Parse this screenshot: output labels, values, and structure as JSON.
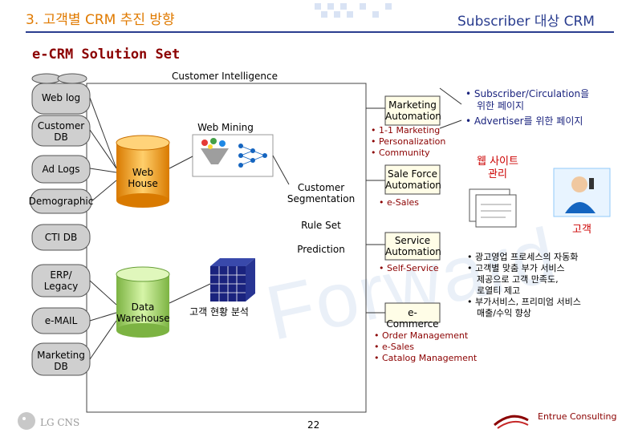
{
  "header": {
    "left_title": "3. 고객별 CRM 추진 방향",
    "right_title": "Subscriber 대상 CRM"
  },
  "title": "e-CRM Solution Set",
  "customer_intelligence": "Customer Intelligence",
  "sources": {
    "web_log": "Web log",
    "customer_db_1": "Customer",
    "customer_db_2": "DB",
    "ad_logs": "Ad Logs",
    "demographic": "Demographic",
    "cti_db": "CTI DB",
    "erp_1": "ERP/",
    "erp_2": "Legacy",
    "email": "e-MAIL",
    "marketing_db_1": "Marketing",
    "marketing_db_2": "DB"
  },
  "web_mining": "Web Mining",
  "web_house_1": "Web",
  "web_house_2": "House",
  "data_warehouse_1": "Data",
  "data_warehouse_2": "Warehouse",
  "analysis": "고객 현황 분석",
  "customer_segmentation_1": "Customer",
  "customer_segmentation_2": "Segmentation",
  "rule_set": "Rule Set",
  "prediction": "Prediction",
  "marketing_automation_1": "Marketing",
  "marketing_automation_2": "Automation",
  "marketing_bullets": [
    "• 1-1 Marketing",
    "• Personalization",
    "• Community"
  ],
  "sales_force_1": "Sale Force",
  "sales_force_2": "Automation",
  "sales_bullet": "• e-Sales",
  "service_1": "Service",
  "service_2": "Automation",
  "service_bullet": "• Self-Service",
  "ecommerce": "e-Commerce",
  "ecommerce_bullets": [
    "• Order Management",
    "• e-Sales",
    "• Catalog Management"
  ],
  "right_top_bullets": [
    "• Subscriber/Circulation을",
    "위한 페이지",
    "• Advertiser를 위한 페이지"
  ],
  "website_mgmt_1": "웹 사이트",
  "website_mgmt_2": "관리",
  "customer_label": "고객",
  "right_bottom_bullets": [
    "• 광고영업 프로세스의 자동화",
    "• 고객별 맞춤 부가 서비스",
    "제공으로 고객 만족도,",
    "로열티 제고",
    "• 부가서비스, 프리미엄 서비스",
    "매출/수익 향상"
  ],
  "footer_left": "LG CNS",
  "page_number": "22",
  "brand": "Entrue Consulting",
  "watermark": "Forward",
  "colors": {
    "orange_header": "#e07a00",
    "navy": "#2a3d8f",
    "darkred": "#8b0000",
    "cylinder": "#f5a623",
    "box_fill": "#fffde7"
  }
}
